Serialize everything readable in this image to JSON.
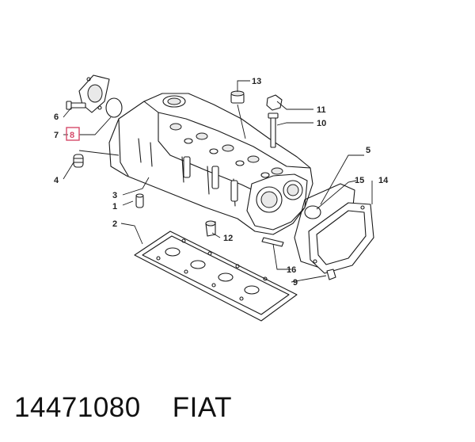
{
  "diagram": {
    "callouts": {
      "c1": "1",
      "c2": "2",
      "c3": "3",
      "c4": "4",
      "c5": "5",
      "c6": "6",
      "c7": "7",
      "c8": "8",
      "c9": "9",
      "c10": "10",
      "c11": "11",
      "c12": "12",
      "c13": "13",
      "c14": "14",
      "c15": "15",
      "c16": "16"
    },
    "highlighted_callout": "8",
    "highlight_color": "#d64a6a"
  },
  "footer": {
    "part_number": "14471080",
    "brand": "FIAT"
  }
}
